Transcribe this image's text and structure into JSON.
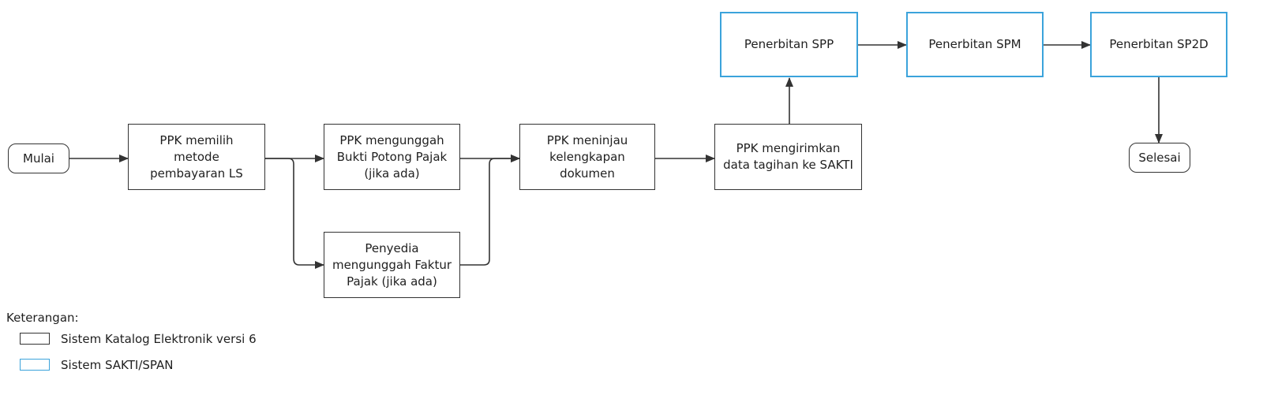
{
  "diagram": {
    "nodes": {
      "mulai": "Mulai",
      "pilih_metode": "PPK memilih metode pembayaran LS",
      "unggah_bukti": "PPK mengunggah Bukti Potong Pajak (jika ada)",
      "unggah_faktur": "Penyedia mengunggah Faktur Pajak (jika ada)",
      "tinjau": "PPK meninjau kelengkapan dokumen",
      "kirim": "PPK mengirimkan data tagihan ke SAKTI",
      "spp": "Penerbitan SPP",
      "spm": "Penerbitan SPM",
      "sp2d": "Penerbitan SP2D",
      "selesai": "Selesai"
    },
    "edges": [
      [
        "mulai",
        "pilih_metode"
      ],
      [
        "pilih_metode",
        "unggah_bukti"
      ],
      [
        "pilih_metode",
        "unggah_faktur"
      ],
      [
        "unggah_bukti",
        "tinjau"
      ],
      [
        "unggah_faktur",
        "tinjau"
      ],
      [
        "tinjau",
        "kirim"
      ],
      [
        "kirim",
        "spp"
      ],
      [
        "spp",
        "spm"
      ],
      [
        "spm",
        "sp2d"
      ],
      [
        "sp2d",
        "selesai"
      ]
    ]
  },
  "legend": {
    "title": "Keterangan:",
    "items": [
      {
        "label": "Sistem Katalog Elektronik versi 6",
        "color": "#333333"
      },
      {
        "label": "Sistem SAKTI/SPAN",
        "color": "#3ba3db"
      }
    ]
  },
  "colors": {
    "line": "#333333",
    "sakti_border": "#3ba3db",
    "katalog_border": "#333333"
  }
}
